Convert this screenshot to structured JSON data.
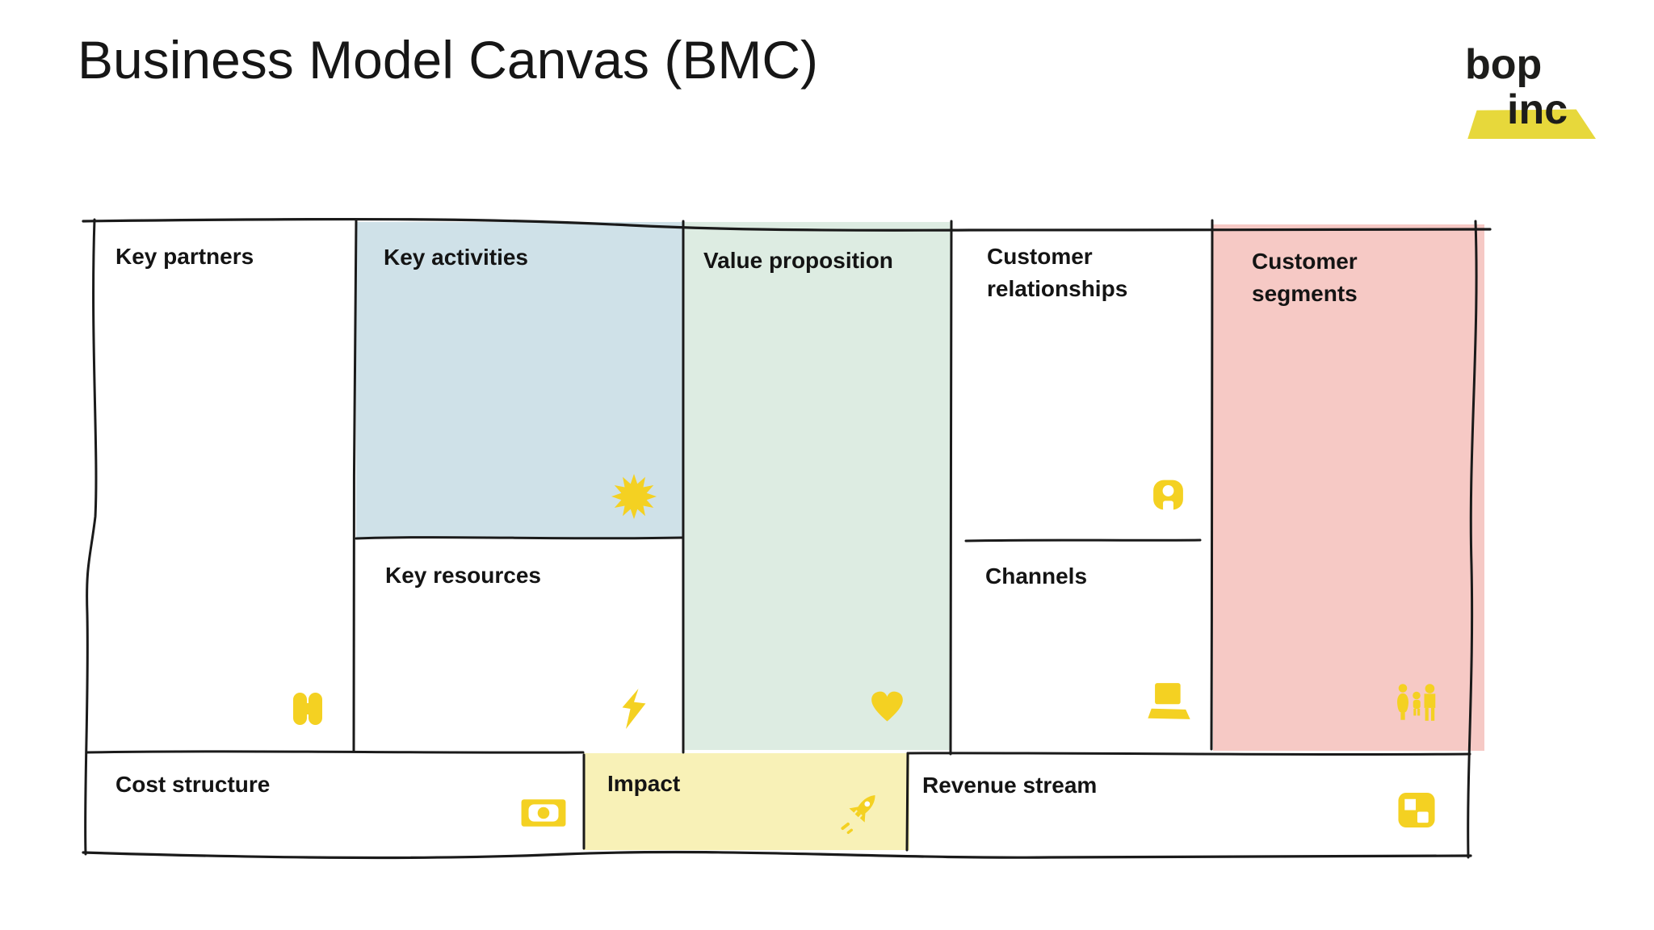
{
  "page": {
    "title": "Business Model Canvas (BMC)"
  },
  "logo": {
    "line1": "bop",
    "line2": "inc"
  },
  "canvas": {
    "sections": {
      "key_partners": {
        "label": "Key partners",
        "icon": "partners-icon"
      },
      "key_activities": {
        "label": "Key activities",
        "icon": "sun-icon"
      },
      "key_resources": {
        "label": "Key resources",
        "icon": "lightning-icon"
      },
      "value_proposition": {
        "label": "Value proposition",
        "icon": "heart-icon"
      },
      "customer_relationships": {
        "label": "Customer relationships",
        "icon": "contact-icon"
      },
      "channels": {
        "label": "Channels",
        "icon": "laptop-icon"
      },
      "customer_segments": {
        "label": "Customer segments",
        "icon": "people-icon"
      },
      "cost_structure": {
        "label": "Cost structure",
        "icon": "money-icon"
      },
      "impact": {
        "label": "Impact",
        "icon": "rocket-icon"
      },
      "revenue_stream": {
        "label": "Revenue stream",
        "icon": "grid-icon"
      }
    },
    "colors": {
      "key_activities_bg": "#cfe1e8",
      "value_proposition_bg": "#ddece2",
      "customer_segments_bg": "#f6c9c5",
      "impact_bg": "#f8f1b7",
      "icon_yellow": "#f4d122",
      "logo_yellow": "#e7d83b",
      "border": "#1a1a1a"
    }
  }
}
